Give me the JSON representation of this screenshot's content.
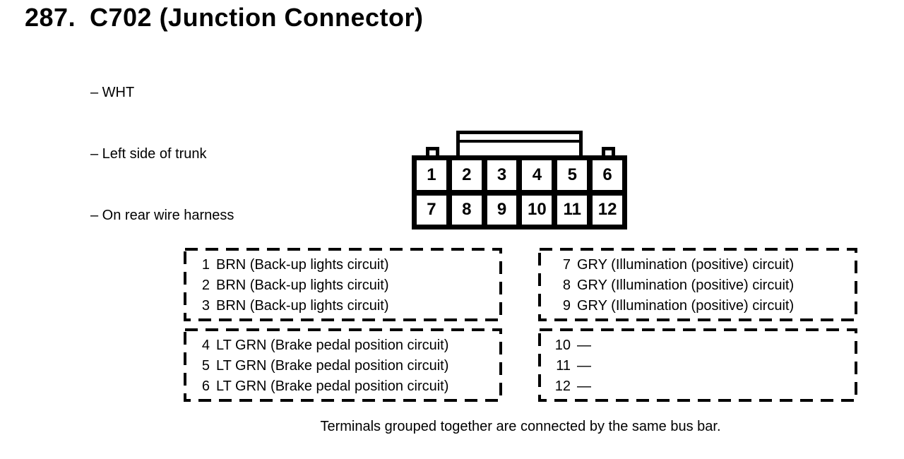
{
  "header": {
    "number": "287.",
    "title": "C702 (Junction Connector)",
    "attributes": [
      "– WHT",
      "– Left side of trunk",
      "– On rear wire harness"
    ]
  },
  "connector": {
    "pins": [
      "1",
      "2",
      "3",
      "4",
      "5",
      "6",
      "7",
      "8",
      "9",
      "10",
      "11",
      "12"
    ]
  },
  "groups": [
    {
      "rows": [
        {
          "pin": "1",
          "label": "BRN (Back-up lights circuit)"
        },
        {
          "pin": "2",
          "label": "BRN (Back-up lights circuit)"
        },
        {
          "pin": "3",
          "label": "BRN (Back-up lights circuit)"
        }
      ]
    },
    {
      "rows": [
        {
          "pin": "7",
          "label": "GRY (Illumination (positive) circuit)"
        },
        {
          "pin": "8",
          "label": "GRY (Illumination (positive) circuit)"
        },
        {
          "pin": "9",
          "label": "GRY (Illumination (positive) circuit)"
        }
      ]
    },
    {
      "rows": [
        {
          "pin": "4",
          "label": "LT GRN (Brake pedal position circuit)"
        },
        {
          "pin": "5",
          "label": "LT GRN (Brake pedal position circuit)"
        },
        {
          "pin": "6",
          "label": "LT GRN (Brake pedal position circuit)"
        }
      ]
    },
    {
      "rows": [
        {
          "pin": "10",
          "label": "—"
        },
        {
          "pin": "11",
          "label": "—"
        },
        {
          "pin": "12",
          "label": "—"
        }
      ]
    }
  ],
  "footer": {
    "note": "Terminals grouped together are connected by the same bus bar."
  }
}
